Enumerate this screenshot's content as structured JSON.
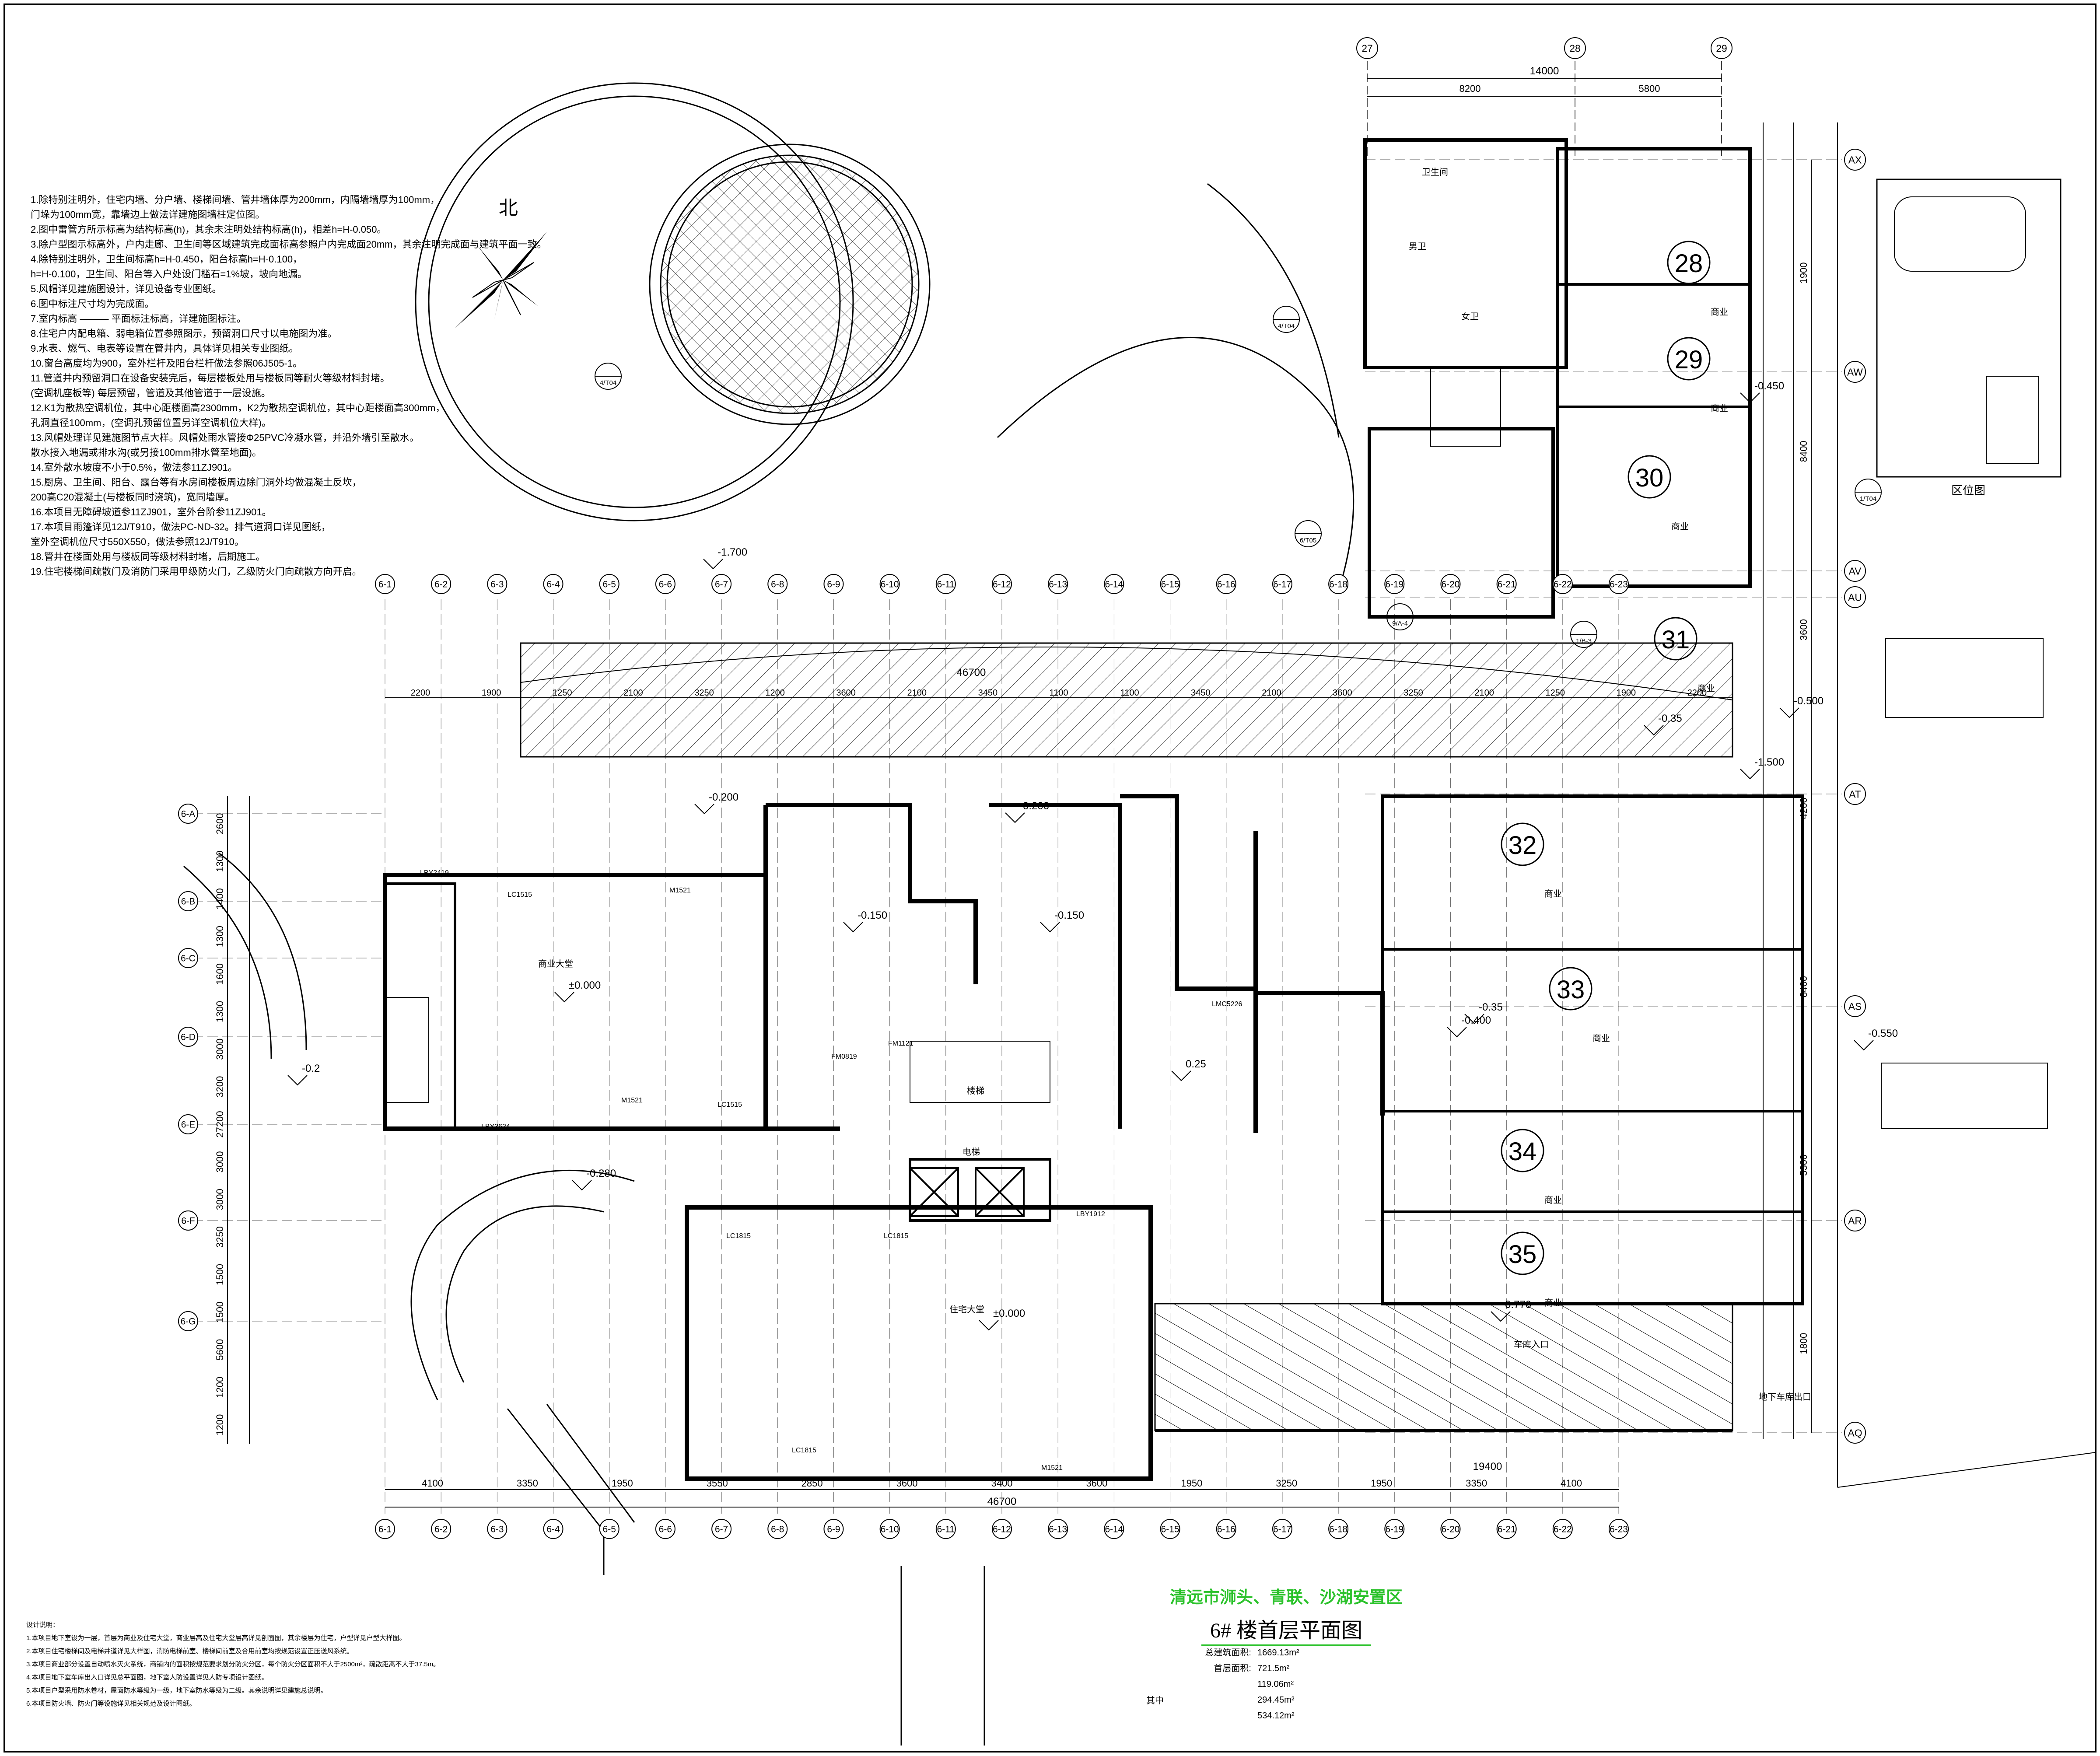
{
  "drawing": {
    "project_title": "清远市浉头、青联、沙湖安置区",
    "sheet_title": "6# 楼首层平面图",
    "north_label": "北",
    "location_map_label": "区位图"
  },
  "stats": {
    "rows": [
      {
        "label": "总建筑面积:",
        "value": "1669.13m²"
      },
      {
        "label": "首层面积:",
        "value": "721.5m²"
      },
      {
        "label": "",
        "value": "119.06m²"
      },
      {
        "label": "",
        "value": "294.45m²"
      },
      {
        "label": "",
        "value": "534.12m²"
      }
    ],
    "side_label": "其中"
  },
  "notes": [
    "1.除特别注明外，住宅内墙、分户墙、楼梯间墙、管井墙体厚为200mm，内隔墙墙厚为100mm，",
    "  门垛为100mm宽，靠墙边上做法详建施图墙柱定位图。",
    "2.图中雷管方所示标高为结构标高(h)，其余未注明处结构标高(h)，相差h=H-0.050。",
    "3.除户型图示标高外，户内走廊、卫生间等区域建筑完成面标高参照户内完成面20mm，其余注明完成面与建筑平面一致。",
    "4.除特别注明外，卫生间标高h=H-0.450，阳台标高h=H-0.100，",
    "  h=H-0.100，卫生间、阳台等入户处设门槛石=1%坡，坡向地漏。",
    "5.风帽详见建施图设计，详见设备专业图纸。",
    "6.图中标注尺寸均为完成面。",
    "7.室内标高 ——— 平面标注标高，详建施图标注。",
    "8.住宅户内配电箱、弱电箱位置参照图示，预留洞口尺寸以电施图为准。",
    "9.水表、燃气、电表等设置在管井内，具体详见相关专业图纸。",
    "10.窗台高度均为900，室外栏杆及阳台栏杆做法参照06J505-1。",
    "11.管道井内预留洞口在设备安装完后，每层楼板处用与楼板同等耐火等级材料封堵。",
    "  (空调机座板等) 每层预留，管道及其他管道于一层设施。",
    "12.K1为散热空调机位，其中心距楼面高2300mm，K2为散热空调机位，其中心距楼面高300mm，",
    "  孔洞直径100mm，(空调孔预留位置另详空调机位大样)。",
    "13.风帽处理详见建施图节点大样。风帽处雨水管接Φ25PVC冷凝水管，并沿外墙引至散水。",
    "  散水接入地漏或排水沟(或另接100mm排水管至地面)。",
    "14.室外散水坡度不小于0.5%，做法参11ZJ901。",
    "15.厨房、卫生间、阳台、露台等有水房间楼板周边除门洞外均做混凝土反坎，",
    "  200高C20混凝土(与楼板同时浇筑)，宽同墙厚。",
    "16.本项目无障碍坡道参11ZJ901，室外台阶参11ZJ901。",
    "17.本项目雨篷详见12J/T910，做法PC-ND-32。排气道洞口详见图纸，",
    "  室外空调机位尺寸550X550，做法参照12J/T910。",
    "18.管井在楼面处用与楼板同等级材料封堵，后期施工。",
    "19.住宅楼梯间疏散门及消防门采用甲级防火门，乙级防火门向疏散方向开启。"
  ],
  "design_notes": [
    "设计说明：",
    "1.本项目地下室设为一层，首层为商业及住宅大堂，商业层高及住宅大堂层高详见剖面图，其余楼层为住宅，户型详见户型大样图。",
    "2.本项目住宅楼梯间及电梯井道详见大样图，消防电梯前室、楼梯间前室及合用前室均按规范设置正压送风系统。",
    "3.本项目商业部分设置自动喷水灭火系统，商铺内的面积按规范要求划分防火分区，每个防火分区面积不大于2500m²，疏散距离不大于37.5m。",
    "4.本项目地下室车库出入口详见总平面图，地下室人防设置详见人防专项设计图纸。",
    "5.本项目户型采用防水卷材，屋面防水等级为一级，地下室防水等级为二级。其余说明详见建施总说明。",
    "6.本项目防火墙、防火门等设施详见相关规范及设计图纸。"
  ],
  "plan": {
    "top_grids": [
      "27",
      "28",
      "29"
    ],
    "top_dims_total": "14000",
    "top_dims": [
      "8200",
      "5800"
    ],
    "bottom_grids": [
      "6-1",
      "6-2",
      "6-3",
      "6-4",
      "6-5",
      "6-6",
      "6-7",
      "6-8",
      "6-9",
      "6-10",
      "6-11",
      "6-12",
      "6-13",
      "6-14",
      "6-15",
      "6-16",
      "6-17",
      "6-18",
      "6-19",
      "6-20",
      "6-21",
      "6-22",
      "6-23"
    ],
    "bottom_dims": [
      "4100",
      "3350",
      "1950",
      "3550",
      "2850",
      "3600",
      "3400",
      "3600",
      "1950",
      "3250",
      "1950",
      "3350",
      "4100"
    ],
    "bottom_total": "46700",
    "bottom_right_total": "19400",
    "arcade_dims": [
      "2200",
      "1900",
      "1250",
      "2100",
      "3250",
      "1200",
      "3600",
      "2100",
      "3450",
      "1100",
      "1100",
      "3450",
      "2100",
      "3600",
      "3250",
      "2100",
      "1250",
      "1900",
      "2200"
    ],
    "arcade_total": "46700",
    "right_axes": [
      "AX",
      "AW",
      "AV",
      "AU",
      "AT",
      "AS",
      "AR",
      "AQ"
    ],
    "left_axes": [
      "6-A",
      "6-B",
      "6-C",
      "6-D",
      "6-E",
      "6-F",
      "6-G"
    ],
    "left_dims": [
      "2600",
      "1300",
      "1400",
      "1300",
      "1600",
      "1300",
      "3000",
      "3200",
      "27200",
      "3000",
      "3000",
      "3250",
      "1500",
      "1500",
      "5600",
      "1200",
      "1200"
    ],
    "right_dims": [
      "1900",
      "8400",
      "3600",
      "4200",
      "8400",
      "5300",
      "1800"
    ],
    "shop_numbers": [
      "28",
      "29",
      "30",
      "31",
      "32",
      "33",
      "34",
      "35"
    ],
    "shop_label": "商业",
    "level_labels": [
      "±0.000",
      "±0.000",
      "-0.150",
      "-0.150",
      "-0.200",
      "-0.200",
      "-0.35",
      "-0.35",
      "-0.400",
      "-0.450",
      "-0.500",
      "-0.550",
      "-1.500",
      "-1.700",
      "-0.2",
      "0.25",
      "-0.280",
      "0.770"
    ],
    "room_labels": [
      "卫生间",
      "男卫",
      "女卫",
      "商业大堂",
      "住宅大堂",
      "电梯",
      "楼梯",
      "车库入口",
      "地下车库出口"
    ],
    "door_labels": [
      "M1521",
      "M1521",
      "M1521",
      "LC1515",
      "LC1515",
      "LC1815",
      "LC1815",
      "LC1815",
      "FM0819",
      "FM1121",
      "LMC5226",
      "LBY2419",
      "LBY3624",
      "LBY1912"
    ],
    "section_marks": [
      "4/T04",
      "1/T04",
      "9/A-4",
      "6/T05",
      "1/B-3",
      "4/T04"
    ]
  }
}
